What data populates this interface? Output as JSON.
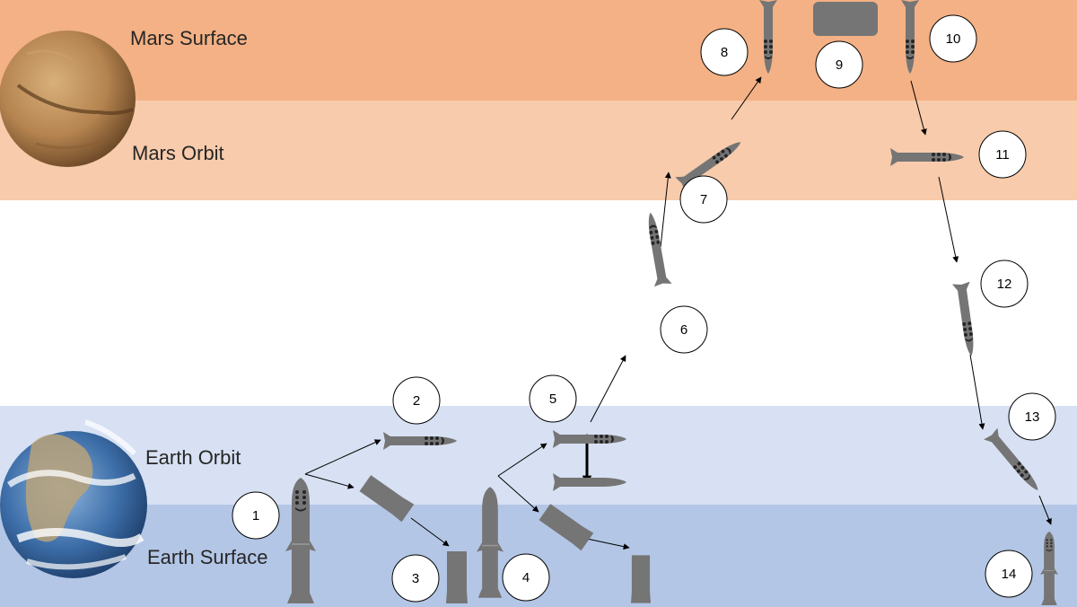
{
  "zones": {
    "mars_surface": "Mars Surface",
    "mars_orbit": "Mars Orbit",
    "earth_orbit": "Earth Orbit",
    "earth_surface": "Earth Surface"
  },
  "steps": [
    "1",
    "2",
    "3",
    "4",
    "5",
    "6",
    "7",
    "8",
    "9",
    "10",
    "11",
    "12",
    "13",
    "14"
  ],
  "planets": {
    "mars": "mars-planet-icon",
    "earth": "earth-planet-icon"
  },
  "colors": {
    "mars_surface": "#f3b185",
    "mars_orbit": "#f7cbab",
    "earth_orbit": "#d7e1f3",
    "earth_surface": "#b3c6e6",
    "vehicle": "#757575",
    "engine": "#262626"
  }
}
